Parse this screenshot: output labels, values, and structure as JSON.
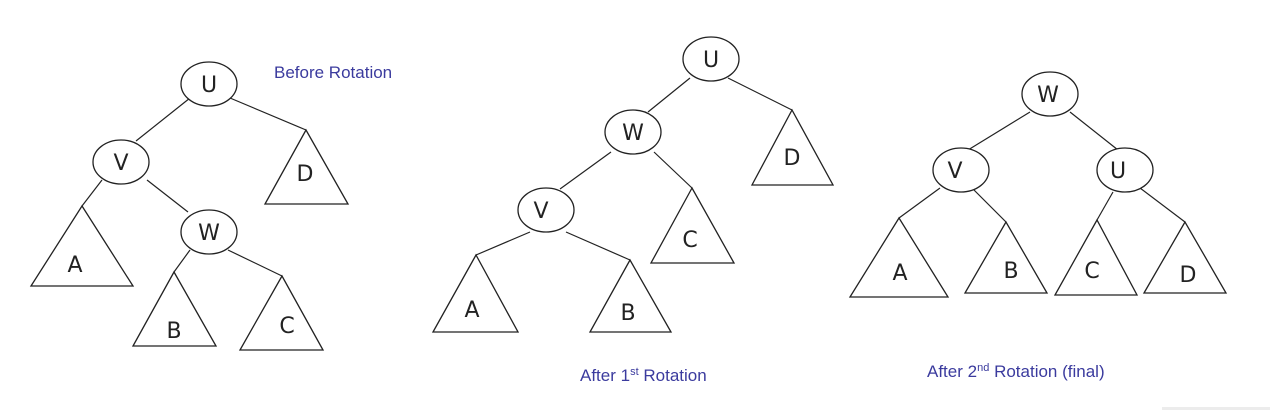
{
  "colors": {
    "caption": "#3b3b9e",
    "stroke": "#222222",
    "background": "#ffffff"
  },
  "captions": {
    "before": {
      "text": "Before Rotation"
    },
    "after_first": {
      "prefix": "After 1",
      "ordinal": "st",
      "suffix": " Rotation"
    },
    "after_second": {
      "prefix": "After 2",
      "ordinal": "nd",
      "suffix": " Rotation (final)"
    }
  },
  "trees": [
    {
      "id": "before",
      "nodes": [
        "U",
        "V",
        "W"
      ],
      "subtrees": [
        "A",
        "B",
        "C",
        "D"
      ],
      "edges": [
        [
          "U",
          "V"
        ],
        [
          "U",
          "D"
        ],
        [
          "V",
          "A"
        ],
        [
          "V",
          "W"
        ],
        [
          "W",
          "B"
        ],
        [
          "W",
          "C"
        ]
      ]
    },
    {
      "id": "after-first",
      "nodes": [
        "U",
        "W",
        "V"
      ],
      "subtrees": [
        "D",
        "C",
        "A",
        "B"
      ],
      "edges": [
        [
          "U",
          "W"
        ],
        [
          "U",
          "D"
        ],
        [
          "W",
          "V"
        ],
        [
          "W",
          "C"
        ],
        [
          "V",
          "A"
        ],
        [
          "V",
          "B"
        ]
      ]
    },
    {
      "id": "after-second",
      "nodes": [
        "W",
        "V",
        "U"
      ],
      "subtrees": [
        "A",
        "B",
        "C",
        "D"
      ],
      "edges": [
        [
          "W",
          "V"
        ],
        [
          "W",
          "U"
        ],
        [
          "V",
          "A"
        ],
        [
          "V",
          "B"
        ],
        [
          "U",
          "C"
        ],
        [
          "U",
          "D"
        ]
      ]
    }
  ]
}
